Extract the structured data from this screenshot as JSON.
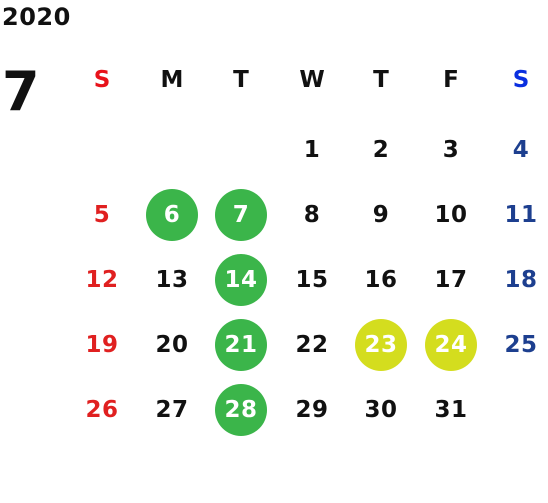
{
  "calendar": {
    "year": "2020",
    "month": "7",
    "weekdays": [
      {
        "label": "S",
        "color": "#e8131b"
      },
      {
        "label": "M",
        "color": "#111111"
      },
      {
        "label": "T",
        "color": "#111111"
      },
      {
        "label": "W",
        "color": "#111111"
      },
      {
        "label": "T",
        "color": "#111111"
      },
      {
        "label": "F",
        "color": "#111111"
      },
      {
        "label": "S",
        "color": "#0a2fe0"
      }
    ],
    "first_weekday_index": 3,
    "days_in_month": 31,
    "colors": {
      "sunday": "#e02020",
      "saturday": "#1d3f8f",
      "weekday": "#111111",
      "green_highlight": "#3bb54a",
      "yellow_highlight": "#d4dd1e",
      "highlight_text": "#ffffff"
    },
    "green_days": [
      6,
      7,
      14,
      21,
      28
    ],
    "yellow_days": [
      23,
      24
    ]
  }
}
